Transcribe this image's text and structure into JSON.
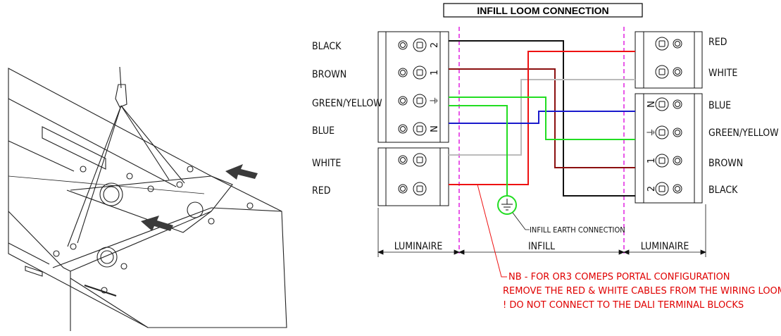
{
  "title": "INFILL LOOM CONNECTION",
  "left_labels": [
    "BLACK",
    "BROWN",
    "GREEN/YELLOW",
    "BLUE",
    "WHITE",
    "RED"
  ],
  "right_labels": [
    "RED",
    "WHITE",
    "BLUE",
    "GREEN/YELLOW",
    "BROWN",
    "BLACK"
  ],
  "left_terminals": [
    "2",
    "1",
    "⏚",
    "N"
  ],
  "right_terminals": [
    "N",
    "⏚",
    "1",
    "2"
  ],
  "earth_label": "INFILL EARTH CONNECTION",
  "dim_left": "LUMINAIRE",
  "dim_mid": "INFILL",
  "dim_right": "LUMINAIRE",
  "note_lines": [
    "NB - FOR OR3 COMEPS PORTAL CONFIGURATION",
    "REMOVE THE RED & WHITE CABLES FROM THE WIRING LOOM.",
    "! DO NOT CONNECT TO THE DALI TERMINAL BLOCKS"
  ],
  "colors": {
    "black": "#111111",
    "brown": "#8b0f0f",
    "green": "#22dd22",
    "blue": "#1a1acc",
    "white": "#bbbbbb",
    "red": "#ee1111",
    "magenta": "#e020e0"
  }
}
